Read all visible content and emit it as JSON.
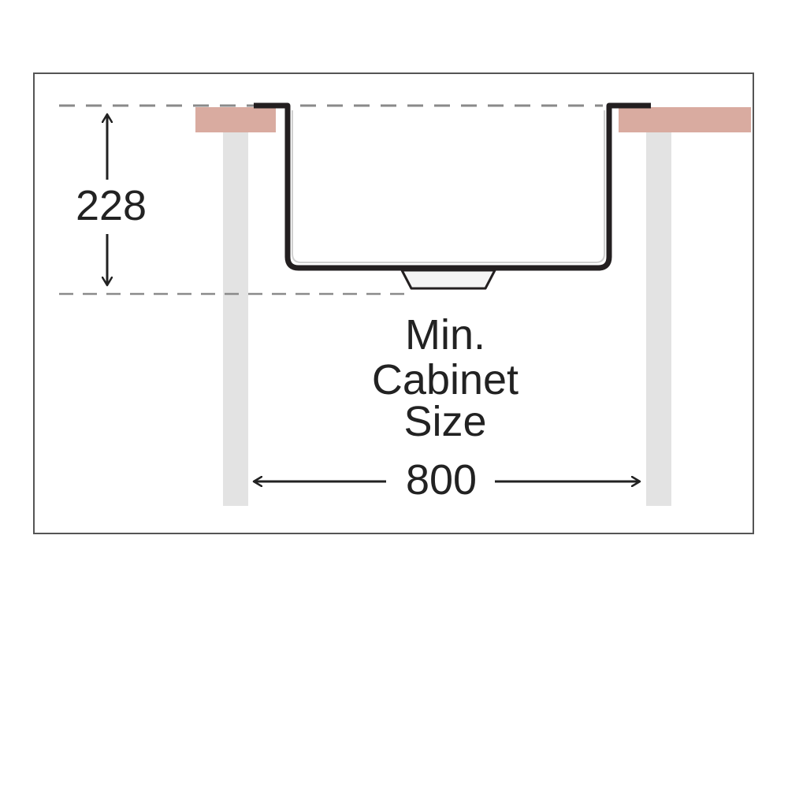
{
  "diagram": {
    "depth_value": "228",
    "width_value": "800",
    "caption_lines": [
      "Min.",
      "Cabinet",
      "Size"
    ]
  },
  "colors": {
    "frame": "#555555",
    "countertop": "#d9aba0",
    "cabinet_wall": "#e3e3e3",
    "sink_outline": "#231f20",
    "dashed_line": "#8a8a8a",
    "arrow": "#222222"
  }
}
